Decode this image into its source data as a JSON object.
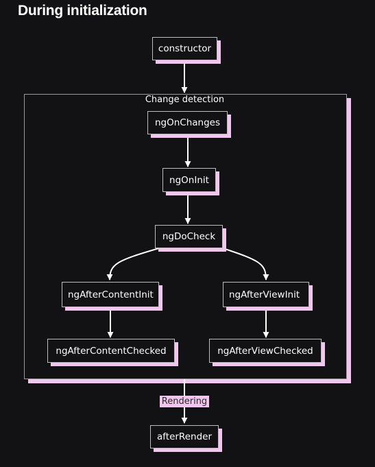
{
  "title": "During initialization",
  "group": {
    "label": "Change detection"
  },
  "nodes": {
    "constructor": "constructor",
    "ngOnChanges": "ngOnChanges",
    "ngOnInit": "ngOnInit",
    "ngDoCheck": "ngDoCheck",
    "ngAfterContentInit": "ngAfterContentInit",
    "ngAfterViewInit": "ngAfterViewInit",
    "ngAfterContentChecked": "ngAfterContentChecked",
    "ngAfterViewChecked": "ngAfterViewChecked",
    "afterRender": "afterRender"
  },
  "edge_labels": {
    "rendering": "Rendering"
  },
  "colors": {
    "background": "#121113",
    "accent": "#f2c6ee",
    "text": "#ffffff",
    "border": "#bdbdbd"
  }
}
